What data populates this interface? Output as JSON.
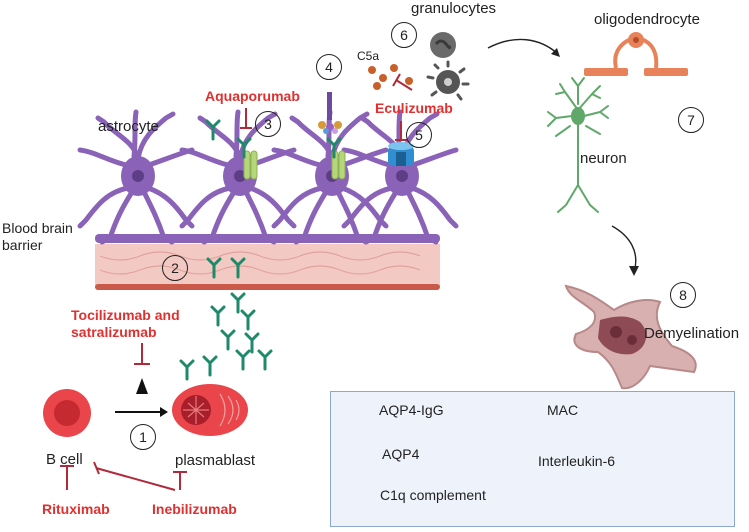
{
  "labels": {
    "granulocytes": "granulocytes",
    "oligodendrocyte": "oligodendrocyte",
    "c5a": "C5a",
    "astrocyte": "astrocyte",
    "neuron": "neuron",
    "bbb": [
      "Blood brain",
      "barrier"
    ],
    "demyelination": "Demyelination",
    "b_cell": "B cell",
    "plasmablast": "plasmablast"
  },
  "drugs": {
    "aquaporumab": "Aquaporumab",
    "eculizumab": "Eculizumab",
    "tocilizumab": [
      "Tocilizumab and",
      "satralizumab"
    ],
    "rituximab": "Rituximab",
    "inebilizumab": "Inebilizumab"
  },
  "steps": [
    "1",
    "2",
    "3",
    "4",
    "5",
    "6",
    "7",
    "8"
  ],
  "legend": {
    "aqp4_igg": "AQP4-IgG",
    "aqp4": "AQP4",
    "c1q": "C1q complement",
    "mac": "MAC",
    "il6": "Interleukin-6"
  },
  "colors": {
    "drug_red": "#e03030",
    "inhibit_line": "#b02a3a",
    "astrocyte_purple": "#8a63b8",
    "antibody_green": "#1f8a6a",
    "aqp4_green": "#b5d67a",
    "mac_blue": "#2f8fd0",
    "oligo_orange": "#e8825a",
    "neuron_green": "#5fa86a",
    "legend_bg": "#eef3fb"
  }
}
